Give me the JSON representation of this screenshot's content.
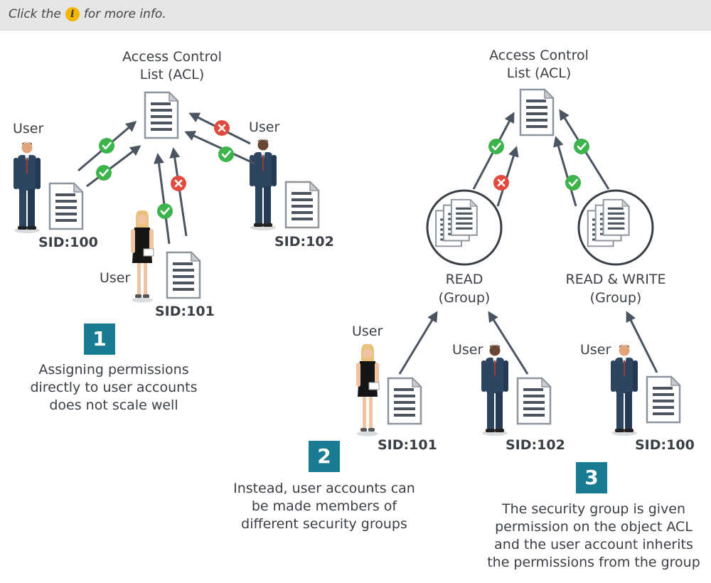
{
  "header": {
    "hint_before": "Click the",
    "info_glyph": "i",
    "hint_after": "for more info."
  },
  "labels": {
    "acl_1": "Access Control\nList (ACL)",
    "acl_2": "Access Control\nList (ACL)",
    "user": "User",
    "read_group": "READ\n(Group)",
    "readwrite_group": "READ & WRITE\n(Group)"
  },
  "sids": {
    "p1_left": "SID:100",
    "p1_right": "SID:102",
    "p1_mid": "SID:101",
    "p2_a": "SID:101",
    "p2_b": "SID:102",
    "p2_c": "SID:100"
  },
  "steps": [
    {
      "num": "1",
      "text": "Assigning permissions\ndirectly to user accounts\ndoes not scale well"
    },
    {
      "num": "2",
      "text": "Instead, user accounts can\nbe made members of\ndifferent security groups"
    },
    {
      "num": "3",
      "text": "The security group is given\npermission on the object ACL\nand the user account inherits\nthe permissions from the group"
    }
  ],
  "colors": {
    "accent": "#1a7c92",
    "allow": "#3cb44b",
    "deny": "#e04b3f",
    "arrow": "#4a5561",
    "suit": "#2d4560",
    "info": "#f2b600"
  }
}
